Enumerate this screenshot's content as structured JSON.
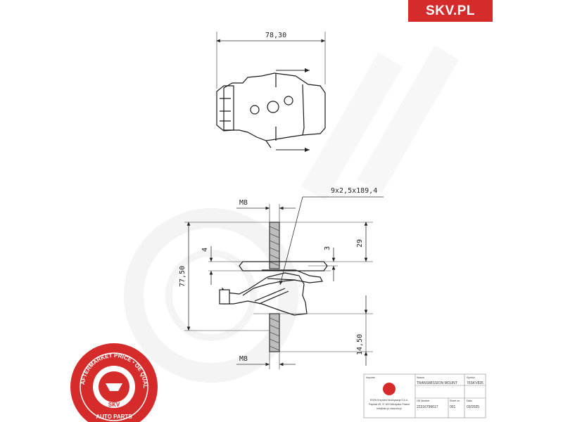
{
  "brand": {
    "label": "SKV.PL"
  },
  "dimensions": {
    "width_top": "78,30",
    "spring": "9x2,5x189,4",
    "thread_top": "M8",
    "thread_bottom": "M8",
    "height_total": "77,50",
    "offset_4": "4",
    "offset_3": "3",
    "height_29": "29",
    "height_bottom": "14,50"
  },
  "seal": {
    "ring_text": "AFTERMARKET PRICE • OE QUALITY •",
    "center": "SKV",
    "bottom": "AUTO PARTS"
  },
  "title_block": {
    "producer_label": "Importer",
    "producer_name": "ESEN Krzysztof Motoryzacja S.A.A.",
    "producer_address": "Papieża 45, 37-823 Wilczyska, Poland",
    "producer_contact": "info@skv.pl, www.skv.pl",
    "name_label": "Nazwa",
    "name_value": "TRANSMISSION MOUNT",
    "index_label": "Symbol",
    "index_value": "75SKV835",
    "oe_label": "OE Number",
    "oe_value": "22316796617",
    "sheet_label": "Sheet no.",
    "sheet_value": "001",
    "date_label": "Data",
    "date_value": "03/2025"
  },
  "colors": {
    "brand_red": "#d52b2b",
    "line": "#1a1a1a",
    "dim_line": "#333333"
  }
}
